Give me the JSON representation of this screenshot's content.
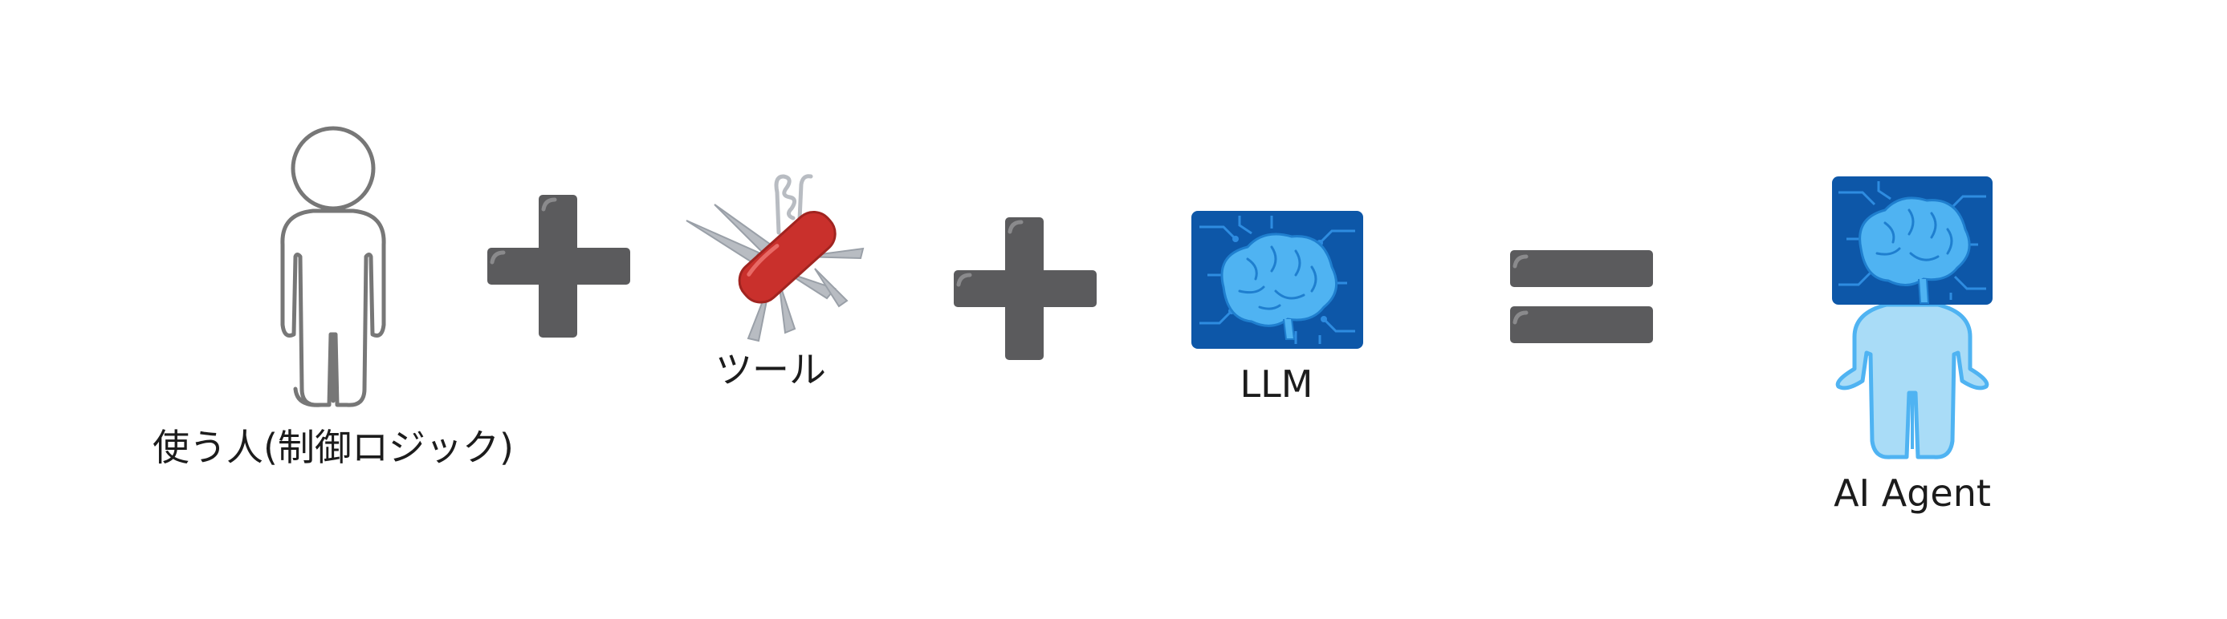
{
  "equation": {
    "person": {
      "label": "使う人(制御ロジック)",
      "icon": "person-outline-icon"
    },
    "tool": {
      "label": "ツール",
      "icon": "swiss-army-knife-icon"
    },
    "llm": {
      "label": "LLM",
      "icon": "brain-circuit-icon"
    },
    "agent": {
      "label": "AI Agent",
      "icon": "ai-agent-robot-icon"
    },
    "operators": [
      "+",
      "+",
      "="
    ]
  },
  "colors": {
    "operator": "#5b5b5d",
    "operator_highlight": "#8a8a8c",
    "person_stroke": "#777777",
    "knife_body": "#c9302c",
    "knife_blade": "#b8bcc2",
    "board": "#0d57a8",
    "circuit": "#2e8ce0",
    "brain": "#4fb3f2",
    "brain_dark": "#1f7fcf",
    "agent_body": "#a9dcf7",
    "agent_outline": "#4fb3f2"
  }
}
